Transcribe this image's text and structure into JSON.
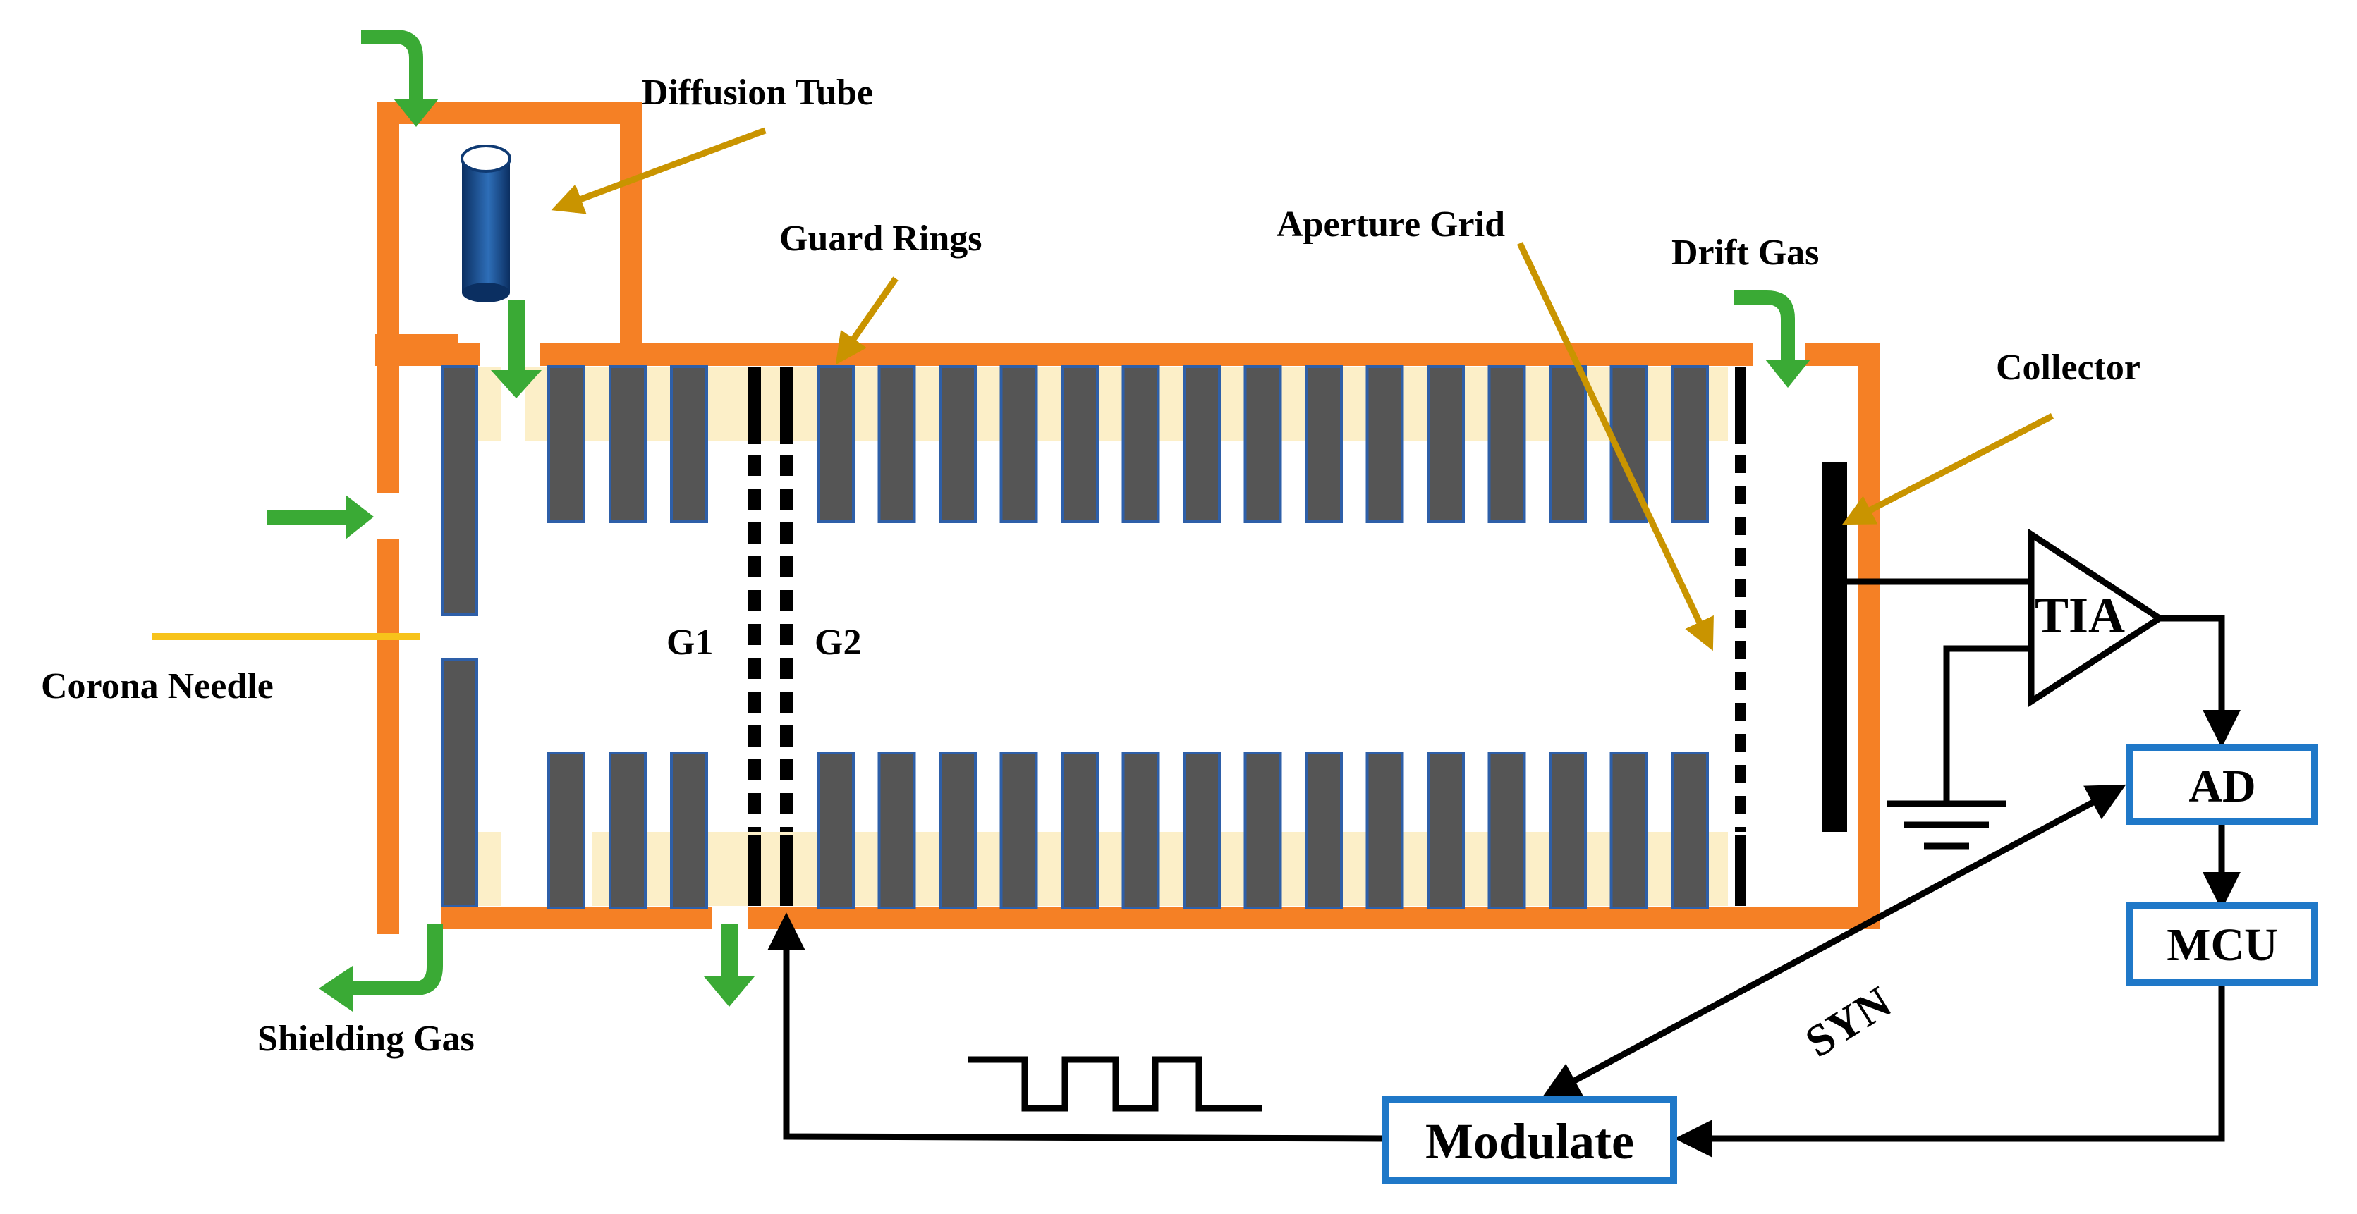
{
  "labels": {
    "diffusion_tube": "Diffusion Tube",
    "guard_rings": "Guard Rings",
    "aperture_grid": "Aperture Grid",
    "drift_gas": "Drift Gas",
    "collector": "Collector",
    "corona_needle": "Corona Needle",
    "shielding_gas": "Shielding Gas",
    "g1": "G1",
    "g2": "G2",
    "syn": "SYN"
  },
  "blocks": {
    "tia": "TIA",
    "ad": "AD",
    "mcu": "MCU",
    "modulate": "Modulate"
  },
  "guard_ring_count": {
    "between_gates": 3,
    "drift_region": 15
  },
  "colors": {
    "housing": "#F58025",
    "ring_fill": "#555555",
    "ring_edge": "#2E5FA8",
    "ring_shadow": "#FCEFC8",
    "gas_arrow": "#3AAA35",
    "pointer": "#C99400",
    "needle": "#F7C31B",
    "block_border": "#1F78C8",
    "line": "#000000",
    "tube_dark": "#0F3A73",
    "tube_light": "#2E6EB8"
  }
}
